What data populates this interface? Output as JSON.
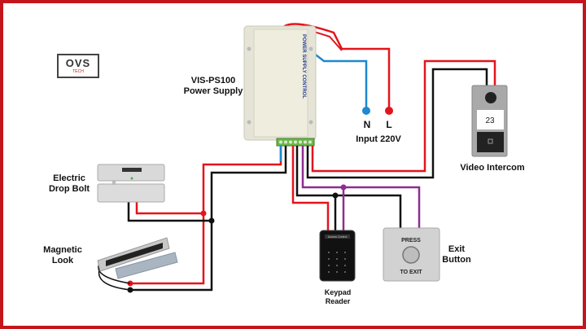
{
  "logo": {
    "main": "OVS",
    "sub": "TECH"
  },
  "power_supply": {
    "label_line1": "VIS-PS100",
    "label_line2": "Power Supply",
    "panel_text": "POWER SUPPLY CONTROL"
  },
  "input": {
    "neutral": "N",
    "live": "L",
    "label": "Input 220V"
  },
  "devices": {
    "drop_bolt": {
      "line1": "Electric",
      "line2": "Drop Bolt"
    },
    "magnetic_lock": {
      "line1": "Magnetic",
      "line2": "Look"
    },
    "keypad": {
      "line1": "Keypad",
      "line2": "Reader",
      "panel_title": "Access Control"
    },
    "exit_button": {
      "line1": "Exit",
      "line2": "Button",
      "text_top": "PRESS",
      "text_bottom": "TO EXIT"
    },
    "intercom": {
      "label": "Video Intercom",
      "display": "23"
    }
  },
  "colors": {
    "red": "#e3141c",
    "black": "#111111",
    "blue": "#1e88d0",
    "purple": "#8e2d91",
    "border": "#c3161c"
  }
}
